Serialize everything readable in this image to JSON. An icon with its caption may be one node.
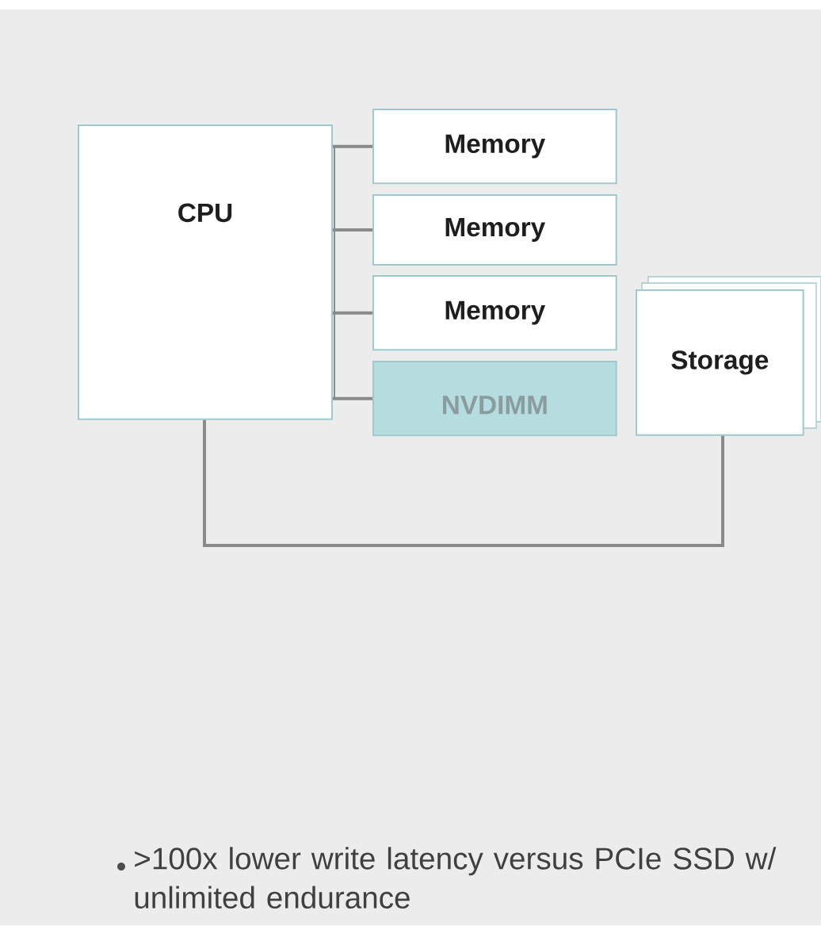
{
  "diagram": {
    "nodes": [
      {
        "text": [
          "CPU"
        ]
      },
      {
        "text": [
          "Memory"
        ]
      },
      {
        "text": [
          "Memory"
        ]
      },
      {
        "text": [
          "Memory"
        ]
      },
      {
        "text": [
          "NVDIMM"
        ]
      },
      {
        "text": [
          "Storage"
        ]
      }
    ],
    "edges": [
      {
        "from": 0,
        "to": 1,
        "arrow": "none"
      },
      {
        "from": 0,
        "to": 2,
        "arrow": "none"
      },
      {
        "from": 0,
        "to": 3,
        "arrow": "none"
      },
      {
        "from": 0,
        "to": 4,
        "arrow": "none"
      },
      {
        "from": 0,
        "to": 5,
        "arrow": "none"
      }
    ],
    "labels": [
      ">100x lower write latency versus PCIe SSD w/ unlimited endurance"
    ]
  }
}
